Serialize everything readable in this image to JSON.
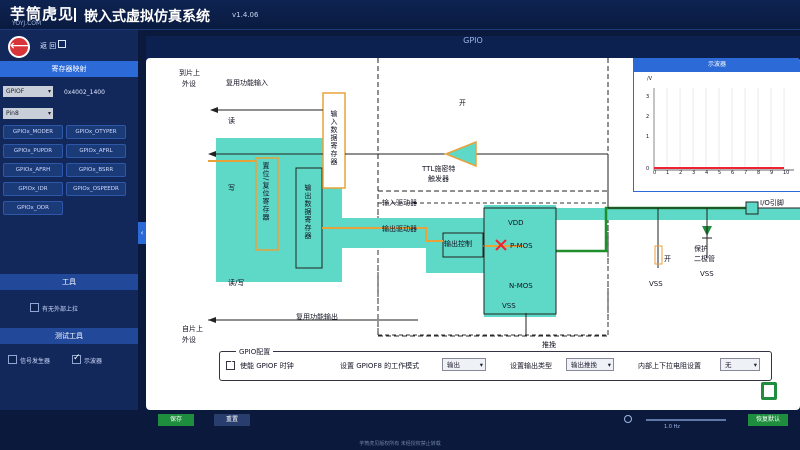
{
  "app": {
    "logo": "芋筒虎见",
    "logo_sub": "YOYJ.COM",
    "title": "嵌入式虚拟仿真系统",
    "version": "v1.4.06"
  },
  "left": {
    "back_label": "返 回",
    "register_header": "寄存器映射",
    "gpio_select": "GPIOF",
    "pin_select": "Pin8",
    "address": "0x4002_1400",
    "registers": [
      "GPIOx_MODER",
      "GPIOx_OTYPER",
      "GPIOx_PUPDR",
      "GPIOx_AFRL",
      "GPIOx_AFRH",
      "GPIOx_BSRR",
      "GPIOx_IDR",
      "GPIOx_OSPEEDR",
      "GPIOx_ODR"
    ],
    "tools_title": "工具",
    "tools_check": "有无外部上拉",
    "measure_title": "测试工具",
    "measure_items": [
      {
        "label": "信号发生器",
        "checked": false
      },
      {
        "label": "示波器",
        "checked": true
      }
    ]
  },
  "main": {
    "title": "GPIO",
    "diagram": {
      "in_top_a": "到片上",
      "in_top_b": "外设",
      "alt_input": "复用功能输入",
      "read": "读",
      "input_data_reg": "输入数据寄存器",
      "on_label": "开",
      "ttl": "TTL施密特",
      "ttl2": "触发器",
      "input_driver": "输入驱动器",
      "output_driver": "输出驱动器",
      "write": "写",
      "bitset_reg": "置位/复位寄存器",
      "output_data_reg": "输出数据寄存器",
      "rw": "读/写",
      "from_a": "自片上",
      "from_b": "外设",
      "alt_output": "复用功能输出",
      "vdd": "VDD",
      "pmos": "P-MOS",
      "nmos": "N-MOS",
      "vss": "VSS",
      "output_ctrl": "输出控制",
      "pushpull": "推挽",
      "pin": "I/O引脚",
      "protect": "保护",
      "protect2": "二极管",
      "switch_label": "开",
      "vss2": "VSS",
      "vss3": "VSS"
    },
    "scope": {
      "title": "示波器",
      "ylabel": "/V",
      "y_ticks": [
        "3",
        "2",
        "1",
        "0"
      ],
      "x_ticks": [
        "0",
        "1",
        "2",
        "3",
        "4",
        "5",
        "6",
        "7",
        "8",
        "9",
        "10"
      ]
    },
    "config": {
      "title": "GPIO配置",
      "enable_clock": "使能 GPIOF 时钟",
      "enable_checked": true,
      "mode_label": "设置 GPIOF8 的工作模式",
      "mode_value": "输出",
      "type_label": "设置输出类型",
      "type_value": "输出推挽",
      "pull_label": "内部上下拉电阻设置",
      "pull_value": "无"
    }
  },
  "status": {
    "btn1": "保存",
    "btn2": "重置",
    "time": "1.0 Hz",
    "btn3": "恢复默认"
  },
  "footer": "芋筒虎见版权所有 未经授权禁止转载"
}
